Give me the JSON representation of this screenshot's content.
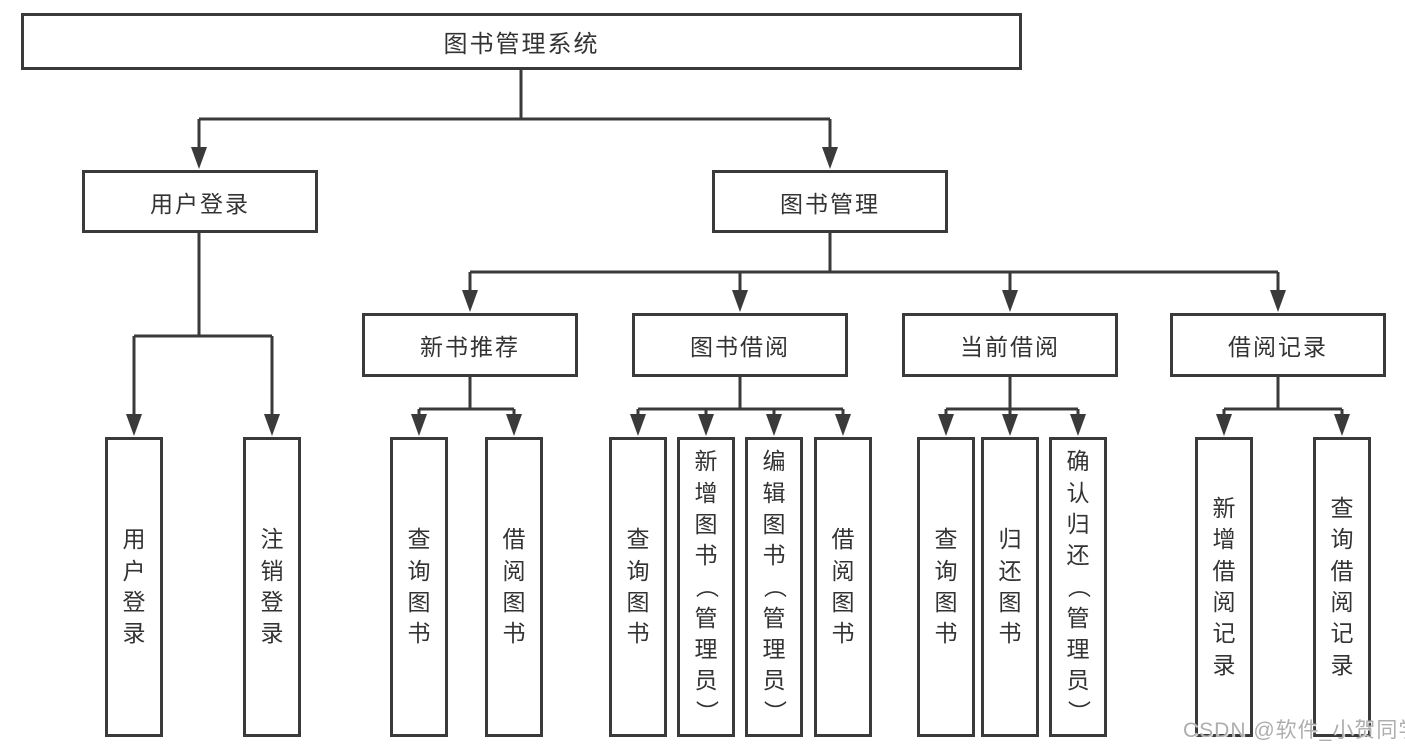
{
  "diagram": {
    "title": "图书管理系统",
    "level2": {
      "user_login": "用户登录",
      "book_mgmt": "图书管理"
    },
    "level3": {
      "new_book_rec": "新书推荐",
      "book_borrow": "图书借阅",
      "current_borrow": "当前借阅",
      "borrow_records": "借阅记录"
    },
    "leaves": {
      "user_login": [
        "用户登录",
        "注销登录"
      ],
      "new_book_rec": [
        "查询图书",
        "借阅图书"
      ],
      "book_borrow": [
        "查询图书",
        "新增图书（管理员）",
        "编辑图书（管理员）",
        "借阅图书"
      ],
      "current_borrow": [
        "查询图书",
        "归还图书",
        "确认归还（管理员）"
      ],
      "borrow_records": [
        "新增借阅记录",
        "查询借阅记录"
      ]
    },
    "watermark": "CSDN @软件_小贺同学",
    "colors": {
      "line": "#3a3a3a",
      "text": "#333333",
      "background": "#ffffff",
      "watermark": "#aeaeae"
    }
  }
}
